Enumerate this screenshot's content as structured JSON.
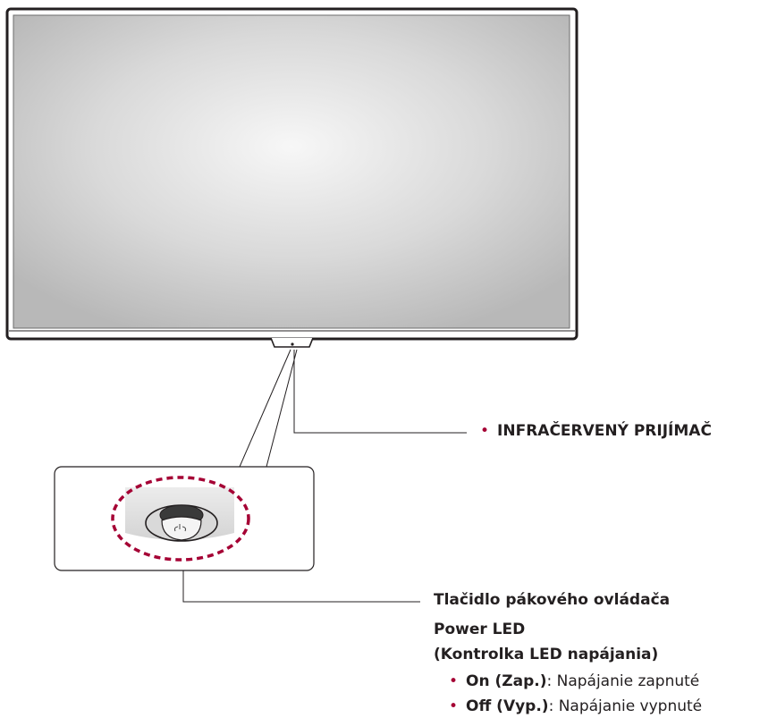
{
  "ir_receiver": {
    "label": "INFRAČERVENÝ PRIJÍMAČ"
  },
  "joystick": {
    "label": "Tlačidlo pákového ovládača"
  },
  "power_led": {
    "title": "Power LED",
    "subtitle": "(Kontrolka LED napájania)",
    "states": [
      {
        "key": "On (Zap.)",
        "desc": ": Napájanie zapnuté"
      },
      {
        "key": "Off (Vyp.)",
        "desc": ": Napájanie vypnuté"
      }
    ]
  },
  "colors": {
    "bullet": "#a50034",
    "dashed_circle": "#a50034",
    "outline": "#231f20"
  }
}
